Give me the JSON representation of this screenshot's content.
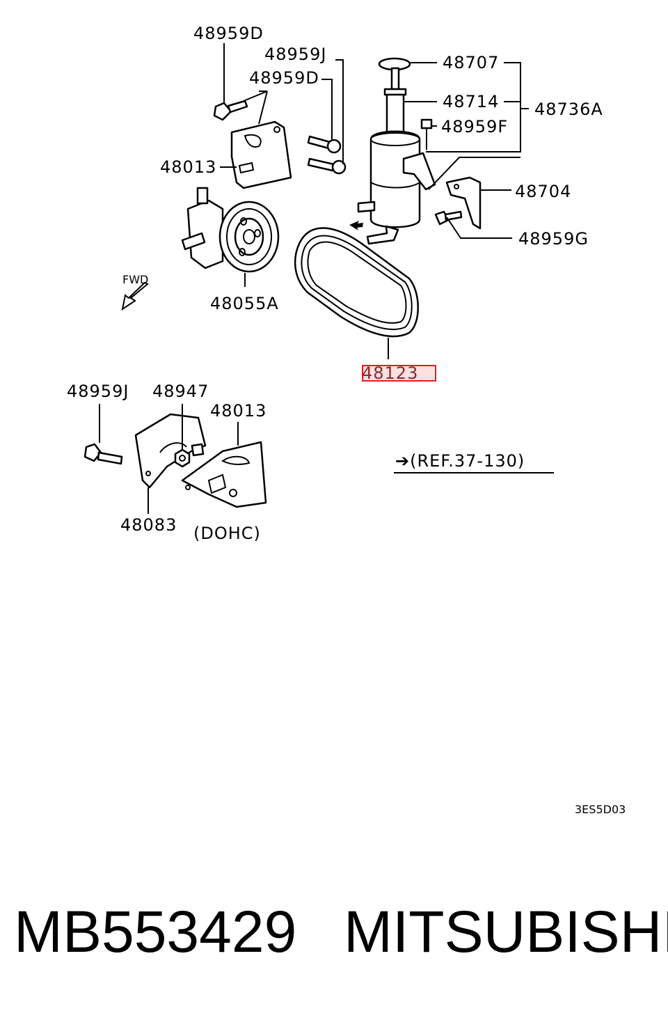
{
  "labels": {
    "p48959D_top": "48959D",
    "p48959J_top": "48959J",
    "p48959D_mid": "48959D",
    "p48707": "48707",
    "p48714": "48714",
    "p48736A": "48736A",
    "p48959F": "48959F",
    "p48013_top": "48013",
    "p48704": "48704",
    "p48959G": "48959G",
    "fwd": "FWD",
    "p48055A": "48055A",
    "p48123": "48123",
    "p48959J_bot": "48959J",
    "p48947": "48947",
    "p48013_bot": "48013",
    "ref": "➔(REF.37-130)",
    "p48083": "48083",
    "dohc": "(DOHC)",
    "code": "3ES5D03"
  },
  "highlighted_part": "48123",
  "colors": {
    "highlight_border": "#e02020",
    "highlight_fill": "#fde0e0"
  },
  "footer": {
    "part_number": "MB553429",
    "brand": "MITSUBISHI"
  }
}
